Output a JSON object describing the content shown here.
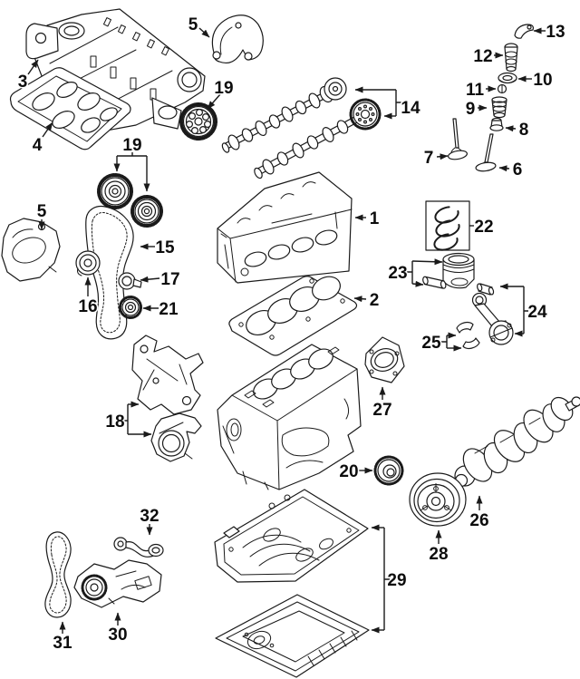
{
  "diagram_type": "engine-exploded-parts-diagram",
  "colors": {
    "line": "#1a1a1a",
    "background": "#ffffff",
    "label_text": "#0d0d0d"
  },
  "callouts": {
    "c1": "1",
    "c2": "2",
    "c3": "3",
    "c4": "4",
    "c5": "5",
    "c6": "6",
    "c7": "7",
    "c8": "8",
    "c9": "9",
    "c10": "10",
    "c11": "11",
    "c12": "12",
    "c13": "13",
    "c14": "14",
    "c15": "15",
    "c16": "16",
    "c17": "17",
    "c18": "18",
    "c19": "19",
    "c20": "20",
    "c21": "21",
    "c22": "22",
    "c23": "23",
    "c24": "24",
    "c25": "25",
    "c26": "26",
    "c27": "27",
    "c28": "28",
    "c29": "29",
    "c30": "30",
    "c31": "31",
    "c32": "32"
  }
}
